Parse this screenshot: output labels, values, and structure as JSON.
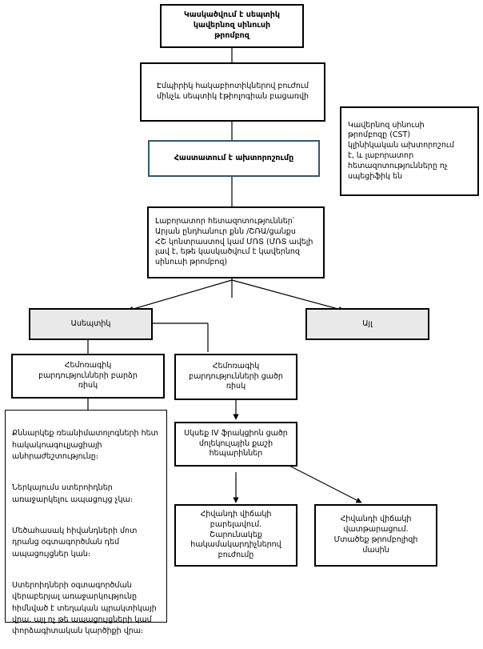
{
  "diagram": {
    "title_node": {
      "label": "Կասկածվում է սեպտիկ\nկավերնոզ սինուսի\nթրոմբոզ"
    },
    "empiric_node": {
      "label": "Էմպիրիկ հակաբիոտիկներով բուժում\nմինչև սեպտիկ էթիոլոգիան բացառվի"
    },
    "confirm_node": {
      "label": "Հաստատում է ախտորոշումը"
    },
    "side_note": {
      "label": "Կավերնոզ սինուսի\nթրոմբոզը (CST)\nկլինիկական ախտորոշում\nէ, և լաբորատոր\nհետազոտությունները ոչ\nսպեցիֆիկ են"
    },
    "labs_node": {
      "label": "Լաբորատոր          հետազոտություններ՝\nԱրյան ընդհանուր քնն /ՇՌԱ/ցանքս\nՀՇ կոնտրաստով  կամ ՄՌՏ (ՄՌՏ ավելի\nլավ է, եթե կասկածվում է կավերնոզ\nսինուսի թրոմբոզ)"
    },
    "aseptic_node": {
      "label": "Ասեպտիկ"
    },
    "other_node": {
      "label": "Այլ"
    },
    "high_risk_node": {
      "label": "Հեմոռագիկ\nբարդությունների բարձր\nռիսկ"
    },
    "low_risk_node": {
      "label": "Հեմոռագիկ\nբարդությունների ցածր\nռիսկ"
    },
    "heparin_node": {
      "label": "Սկսեք IV ֆրակցիոն ցածր\nմոլեկուլային քաշի\nհեպարիններ"
    },
    "improve_node": {
      "label": "Հիվանդի վիճակի\nբարելավում.\nՇարունակեք\nհակամակարդիչներով\nբուժումը"
    },
    "worsen_node": {
      "label": "Հիվանդի վիճակի\nվատթարացում.\nՄտածեք թրոմբոլիզի\nմասին"
    },
    "notes_block": {
      "paragraphs": [
        "Քննարկեք ռեանիմատոլոգների հետ հակակոագուլյացիայի անհրաժեշտությունը։",
        "Ներկայումս ստերոիդներ առաջարկելու ապացույց չկա։",
        "Մեծահասակ հիվանդների մոտ դրանց օգտագործման դեմ ապացույցներ կան։",
        "Ստերոիդների օգտագործման վերաբերյալ առաջարկությունը հիմնված է տեղական պրակտիկայի վրա, այլ ոչ թե ապացույցների կամ փորձագիտական կարծիքի վրա։"
      ]
    },
    "colors": {
      "node_border": "#000000",
      "accent_border": "#33576b",
      "gray_fill": "#e9e9e9",
      "page_background": "#ffffff"
    }
  }
}
